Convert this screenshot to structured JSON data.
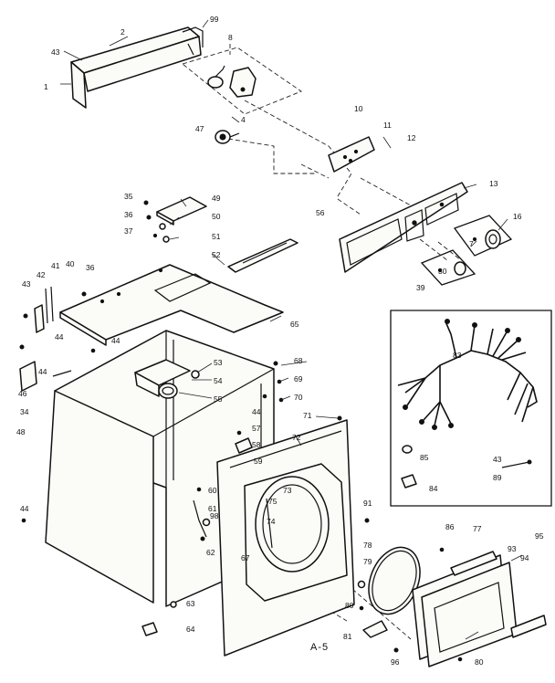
{
  "labels": [
    {
      "id": "l1",
      "text": "1"
    },
    {
      "id": "l2",
      "text": "2"
    },
    {
      "id": "l43a",
      "text": "43"
    },
    {
      "id": "l99",
      "text": "99"
    },
    {
      "id": "l8",
      "text": "8"
    },
    {
      "id": "l4",
      "text": "4"
    },
    {
      "id": "l47",
      "text": "47"
    },
    {
      "id": "l10",
      "text": "10"
    },
    {
      "id": "l11",
      "text": "11"
    },
    {
      "id": "l12",
      "text": "12"
    },
    {
      "id": "l13",
      "text": "13"
    },
    {
      "id": "l56",
      "text": "56"
    },
    {
      "id": "l16",
      "text": "16"
    },
    {
      "id": "l7a",
      "text": "7"
    },
    {
      "id": "l30",
      "text": "30"
    },
    {
      "id": "l39",
      "text": "39"
    },
    {
      "id": "l35",
      "text": "35"
    },
    {
      "id": "l36a",
      "text": "36"
    },
    {
      "id": "l37",
      "text": "37"
    },
    {
      "id": "l49",
      "text": "49"
    },
    {
      "id": "l50",
      "text": "50"
    },
    {
      "id": "l51",
      "text": "51"
    },
    {
      "id": "l52",
      "text": "52"
    },
    {
      "id": "l42",
      "text": "42"
    },
    {
      "id": "l41",
      "text": "41"
    },
    {
      "id": "l40",
      "text": "40"
    },
    {
      "id": "l36b",
      "text": "36"
    },
    {
      "id": "l43b",
      "text": "43"
    },
    {
      "id": "l65",
      "text": "65"
    },
    {
      "id": "l44a",
      "text": "44"
    },
    {
      "id": "l44b",
      "text": "44"
    },
    {
      "id": "l44c",
      "text": "44"
    },
    {
      "id": "l46",
      "text": "46"
    },
    {
      "id": "l34",
      "text": "34"
    },
    {
      "id": "l53",
      "text": "53"
    },
    {
      "id": "l54",
      "text": "54"
    },
    {
      "id": "l55",
      "text": "55"
    },
    {
      "id": "l68",
      "text": "68"
    },
    {
      "id": "l69",
      "text": "69"
    },
    {
      "id": "l44d",
      "text": "44"
    },
    {
      "id": "l70",
      "text": "70"
    },
    {
      "id": "l71",
      "text": "71"
    },
    {
      "id": "l72",
      "text": "72"
    },
    {
      "id": "l48",
      "text": "48"
    },
    {
      "id": "l57",
      "text": "57"
    },
    {
      "id": "l58",
      "text": "58"
    },
    {
      "id": "l59",
      "text": "59"
    },
    {
      "id": "l60",
      "text": "60"
    },
    {
      "id": "l73",
      "text": "73"
    },
    {
      "id": "l75",
      "text": "75"
    },
    {
      "id": "l74",
      "text": "74"
    },
    {
      "id": "l61",
      "text": "61"
    },
    {
      "id": "l98",
      "text": "98"
    },
    {
      "id": "l62",
      "text": "62"
    },
    {
      "id": "l67",
      "text": "67"
    },
    {
      "id": "l44e",
      "text": "44"
    },
    {
      "id": "l63",
      "text": "63"
    },
    {
      "id": "l64",
      "text": "64"
    },
    {
      "id": "l91",
      "text": "91"
    },
    {
      "id": "l78",
      "text": "78"
    },
    {
      "id": "l79",
      "text": "79"
    },
    {
      "id": "l86",
      "text": "86"
    },
    {
      "id": "l77",
      "text": "77"
    },
    {
      "id": "l93",
      "text": "93"
    },
    {
      "id": "l94",
      "text": "94"
    },
    {
      "id": "l95",
      "text": "95"
    },
    {
      "id": "l80a",
      "text": "80"
    },
    {
      "id": "l81",
      "text": "81"
    },
    {
      "id": "l96",
      "text": "96"
    },
    {
      "id": "l80b",
      "text": "80"
    },
    {
      "id": "l83",
      "text": "83"
    },
    {
      "id": "l85",
      "text": "85"
    },
    {
      "id": "l84",
      "text": "84"
    },
    {
      "id": "l43c",
      "text": "43"
    },
    {
      "id": "l89",
      "text": "89"
    }
  ],
  "caption": "A-5"
}
